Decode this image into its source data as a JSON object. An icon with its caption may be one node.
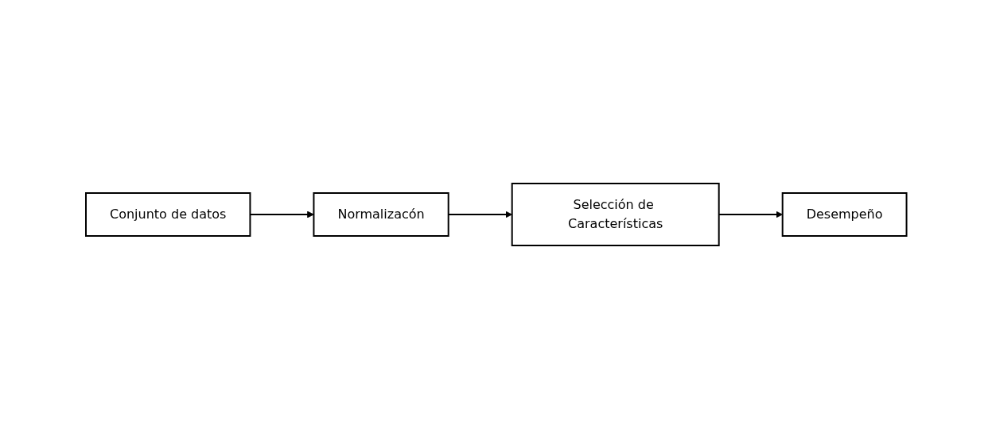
{
  "diagram": {
    "nodes": [
      {
        "text": [
          "Conjunto de datos"
        ]
      },
      {
        "text": [
          "Normalizacón"
        ]
      },
      {
        "text": [
          "Selección de Características"
        ]
      },
      {
        "text": [
          "Desempeño"
        ]
      }
    ],
    "edges": [
      {
        "from": 0,
        "to": 1,
        "arrow": "to"
      },
      {
        "from": 1,
        "to": 2,
        "arrow": "to"
      },
      {
        "from": 2,
        "to": 3,
        "arrow": "to"
      }
    ]
  }
}
